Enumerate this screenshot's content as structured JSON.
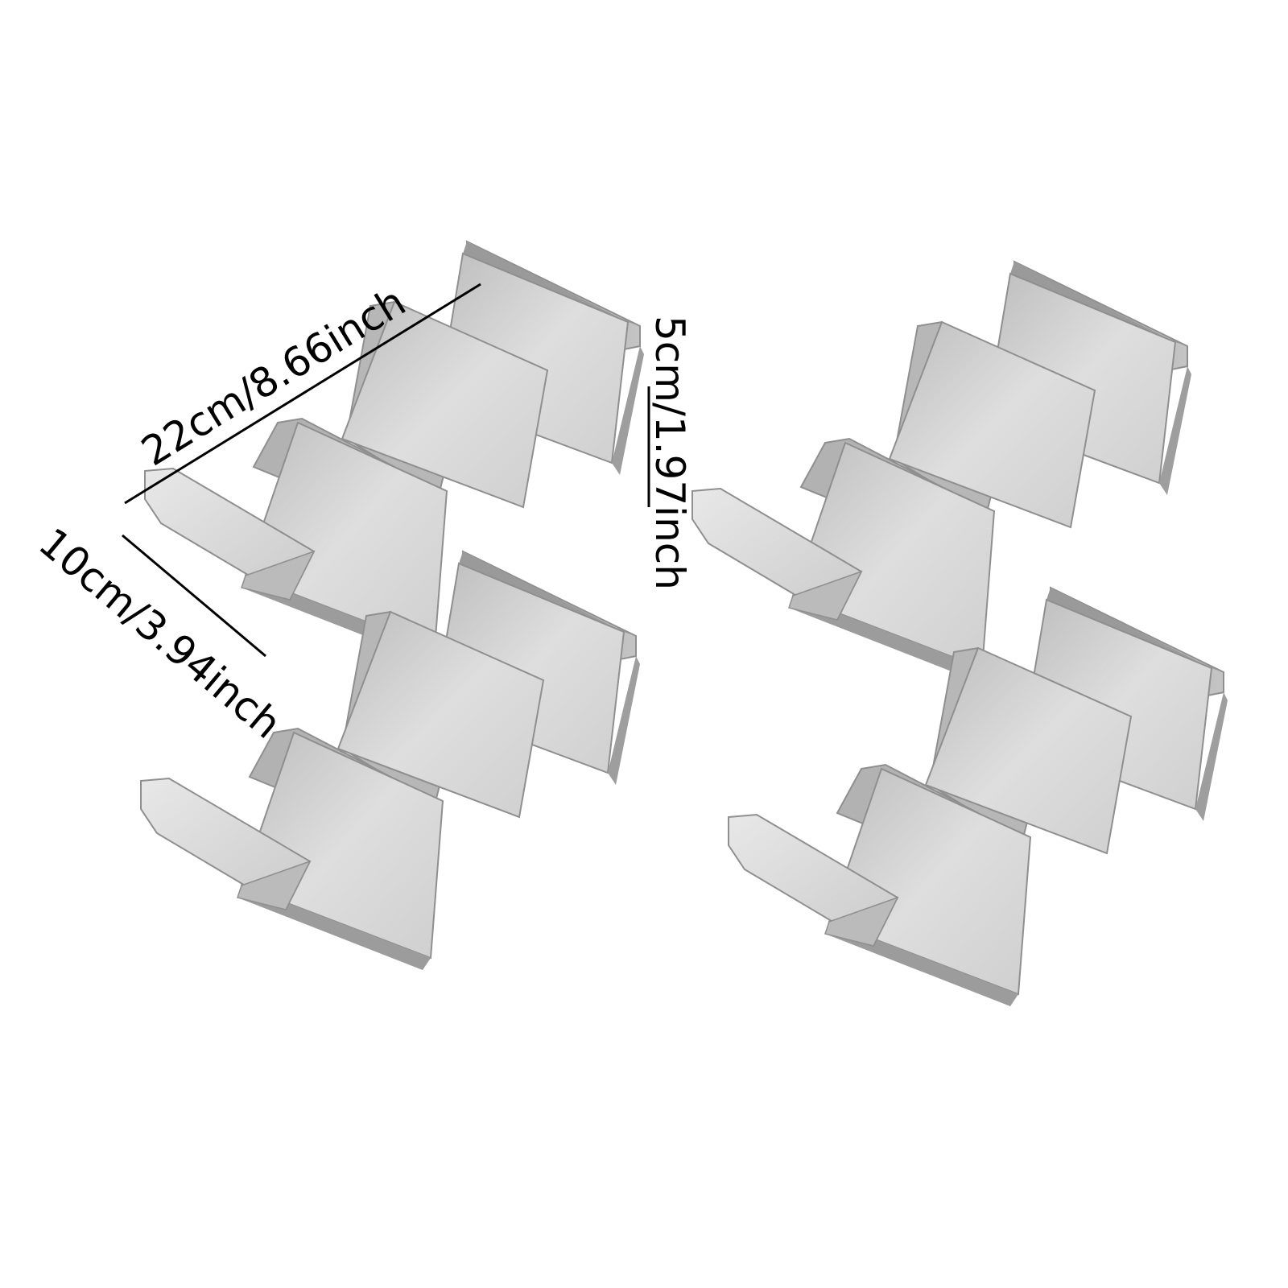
{
  "dimensions": {
    "length_label": "22cm/8.66inch",
    "depth_label": "10cm/3.94inch",
    "height_label": "5cm/1.97inch"
  },
  "product": {
    "name_icon": "stainless-steel-taco-holder",
    "count_shown": 4,
    "colors": {
      "steel_light": "#e4e4e4",
      "steel_mid": "#c9c9c9",
      "steel_dark": "#a4a4a4",
      "outline": "#8f8f8f",
      "background": "#ffffff",
      "dimension_line": "#000000"
    }
  }
}
